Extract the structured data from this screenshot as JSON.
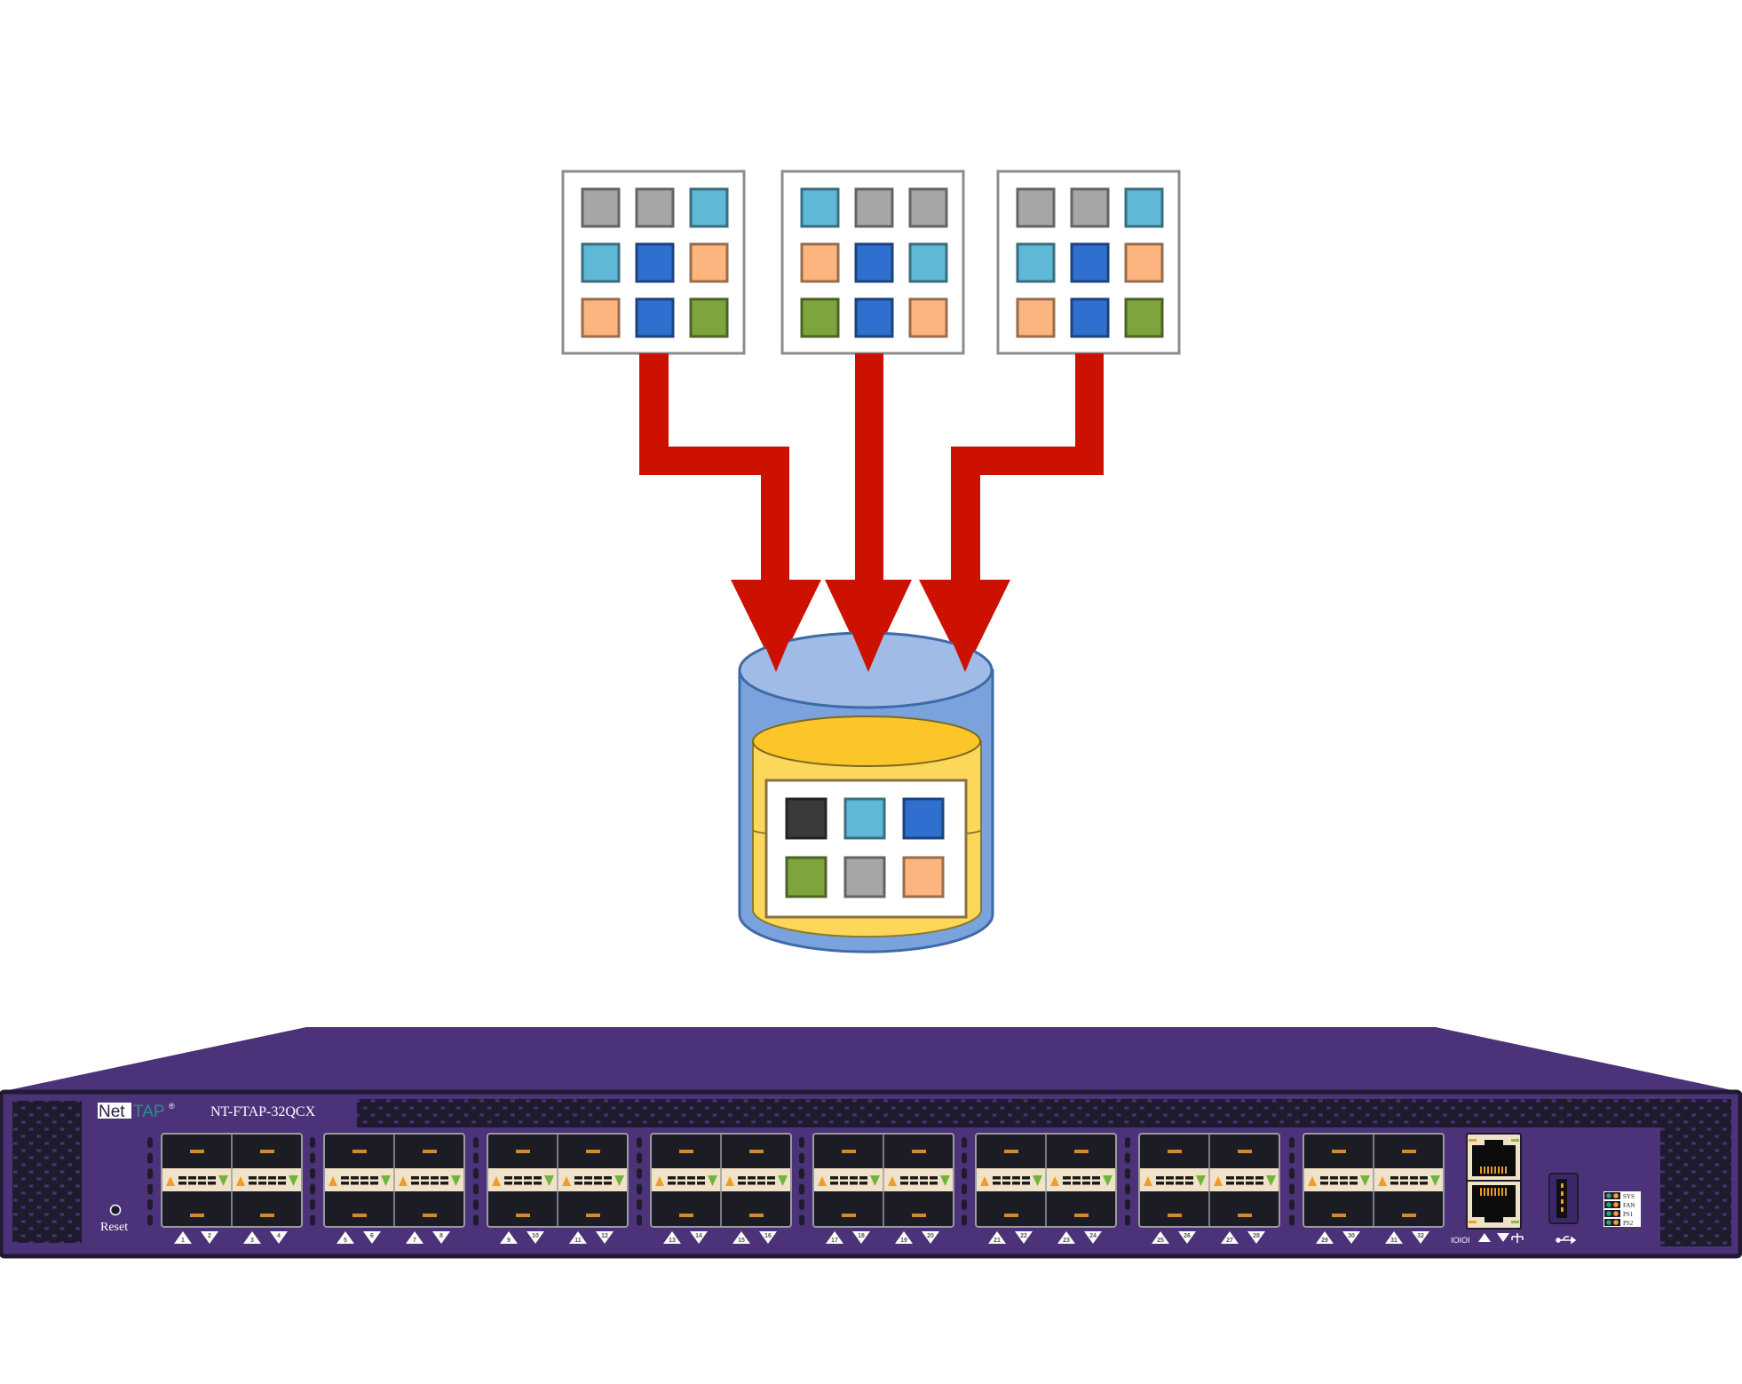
{
  "diagram": {
    "description": "Three packet streams merged into a single output stored/aggregated, above a NetTAP network packet broker",
    "colors": {
      "gray": "#a6a6a6",
      "light_blue": "#5fb8d6",
      "blue": "#2f6fd0",
      "orange": "#fdb57f",
      "green": "#7ea53d",
      "black": "#3a3a3a",
      "arrow_red": "#cc1100",
      "cylinder_blue": "#8eb0e2",
      "cylinder_yellow": "#fdd34a",
      "device_purple": "#4b3279"
    },
    "source_boxes": [
      {
        "cells": [
          "gray",
          "gray",
          "light_blue",
          "light_blue",
          "blue",
          "orange",
          "orange",
          "blue",
          "green"
        ]
      },
      {
        "cells": [
          "light_blue",
          "gray",
          "gray",
          "orange",
          "blue",
          "light_blue",
          "green",
          "blue",
          "orange"
        ]
      },
      {
        "cells": [
          "gray",
          "gray",
          "light_blue",
          "light_blue",
          "blue",
          "orange",
          "orange",
          "blue",
          "green"
        ]
      }
    ],
    "aggregate_box": {
      "cells": [
        "black",
        "light_blue",
        "blue",
        "green",
        "gray",
        "orange"
      ]
    }
  },
  "device": {
    "brand_net": "Net",
    "brand_tap": "TAP",
    "brand_reg": "®",
    "model": "NT-FTAP-32QCX",
    "reset_label": "Reset",
    "port_numbers": [
      "1",
      "2",
      "3",
      "4",
      "5",
      "6",
      "7",
      "8",
      "9",
      "10",
      "11",
      "12",
      "13",
      "14",
      "15",
      "16",
      "17",
      "18",
      "19",
      "20",
      "21",
      "22",
      "23",
      "24",
      "25",
      "26",
      "27",
      "28",
      "29",
      "30",
      "31",
      "32"
    ],
    "mgmt_label": "IOIOI",
    "led_labels": [
      "SYS",
      "FAN",
      "PS1",
      "PS2"
    ]
  }
}
